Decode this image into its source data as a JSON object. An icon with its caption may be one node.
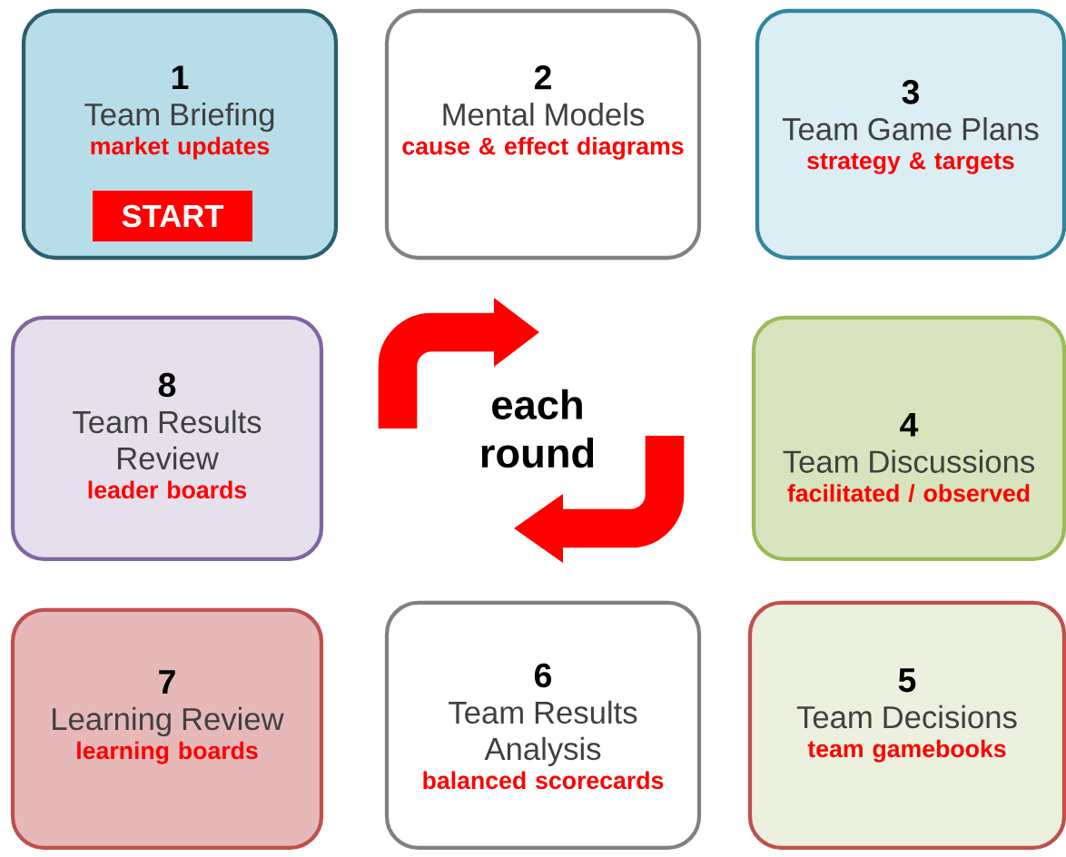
{
  "diagram": {
    "nodes": [
      {
        "text": [
          "1",
          "Team Briefing",
          "market updates"
        ]
      },
      {
        "text": [
          "START"
        ],
        "in": 0
      },
      {
        "text": [
          "2",
          "Mental Models",
          "cause & effect diagrams"
        ]
      },
      {
        "text": [
          "3",
          "Team Game Plans",
          "strategy & targets"
        ]
      },
      {
        "text": [
          "8",
          "Team Results Review",
          "leader boards"
        ]
      },
      {
        "text": [
          "4",
          "Team Discussions",
          "facilitated / observed"
        ]
      },
      {
        "text": [
          "7",
          "Learning Review",
          "learning boards"
        ]
      },
      {
        "text": [
          "6",
          "Team Results Analysis",
          "balanced scorecards"
        ]
      },
      {
        "text": [
          "5",
          "Team Decisions",
          "team gamebooks"
        ]
      }
    ],
    "labels": [
      "each round"
    ]
  }
}
